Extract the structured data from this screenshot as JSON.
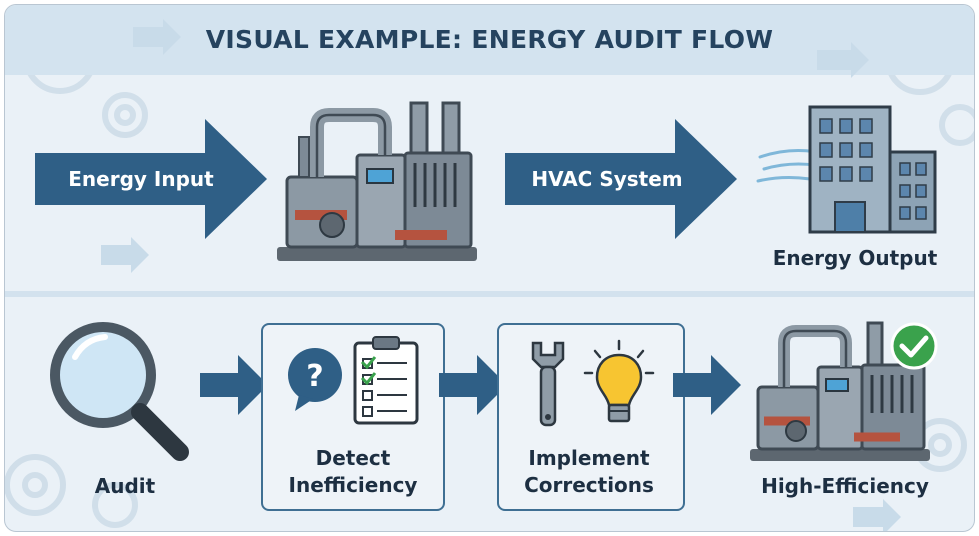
{
  "title": "VISUAL EXAMPLE: ENERGY AUDIT FLOW",
  "top_row": {
    "input_arrow_label": "Energy Input",
    "system_arrow_label": "HVAC System",
    "output_label": "Energy Output"
  },
  "bottom_row": {
    "audit_label": "Audit",
    "detect_line1": "Detect",
    "detect_line2": "Inefficiency",
    "implement_line1": "Implement",
    "implement_line2": "Corrections",
    "result_label": "High-Efficiency"
  },
  "colors": {
    "arrow": "#2f5f86",
    "background": "#eaf1f7",
    "title_band": "#d3e3ef",
    "check_badge": "#3aa24c",
    "pipe_accent": "#b5533f"
  }
}
